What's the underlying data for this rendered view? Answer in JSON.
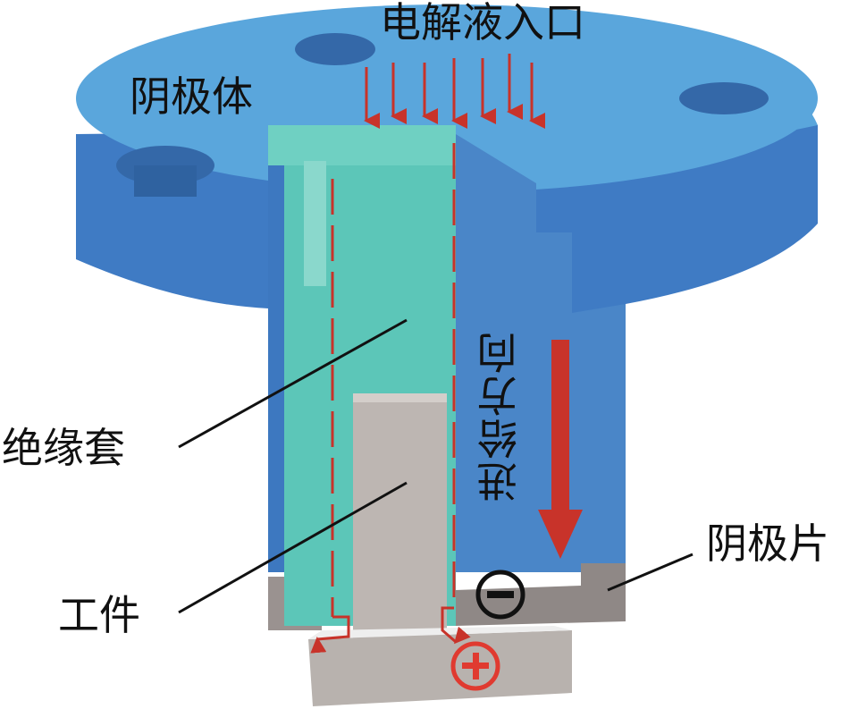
{
  "labels": {
    "inlet": "电解液入口",
    "cathode_body": "阴极体",
    "insulating_sleeve": "绝缘套",
    "workpiece": "工件",
    "feed_direction": "进给方向",
    "cathode_plate": "阴极片",
    "negative": "⊖",
    "positive": "⊕"
  },
  "colors": {
    "cathode_blue": "#4a86c8",
    "top_face": "#5aa6dc",
    "sleeve_teal": "#5cc6b8",
    "workpiece_grey": "#b8b2ae",
    "flow_red": "#c8332a",
    "positive_red": "#e03a30"
  }
}
